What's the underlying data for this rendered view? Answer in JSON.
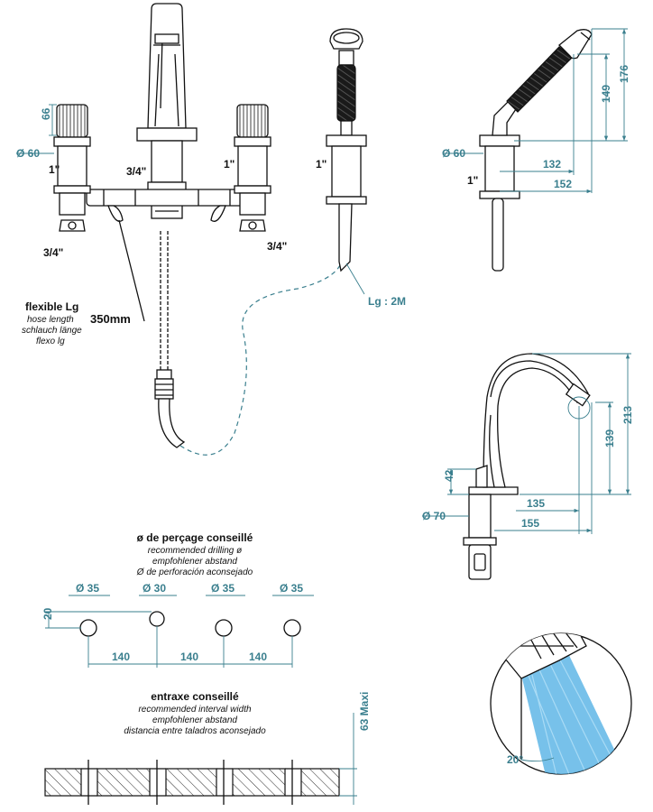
{
  "colors": {
    "dimension": "#3a7f8e",
    "line": "#111111",
    "spray": "#5fb6e6"
  },
  "front_view": {
    "size_66": "66",
    "dia_60": "Ø 60",
    "thread_left_1": "1\"",
    "thread_center": "3/4\"",
    "thread_right_1": "1\"",
    "thread_left_34": "3/4\"",
    "thread_right_34": "3/4\""
  },
  "flexible": {
    "title": "flexible Lg",
    "line1": "hose length",
    "line2": "schlauch länge",
    "line3": "flexo lg",
    "length": "350mm"
  },
  "handshower": {
    "thread": "1\"",
    "hose_length": "Lg : 2M"
  },
  "side_view": {
    "dia_60": "Ø 60",
    "thread": "1\"",
    "d132": "132",
    "d152": "152",
    "d149": "149",
    "d176": "176"
  },
  "spout_view": {
    "d42": "42",
    "d213": "213",
    "d139": "139",
    "dia_70": "Ø 70",
    "d135": "135",
    "d155": "155"
  },
  "drilling": {
    "title": "ø de perçage conseillé",
    "line1": "recommended drilling ø",
    "line2": "empfohlener abstand",
    "line3": "Ø de perforación aconsejado",
    "dia1": "Ø 35",
    "dia2": "Ø 30",
    "dia3": "Ø 35",
    "dia4": "Ø 35",
    "offset": "20",
    "gap1": "140",
    "gap2": "140",
    "gap3": "140"
  },
  "interval": {
    "title": "entraxe conseillé",
    "line1": "recommended interval width",
    "line2": "empfohlener abstand",
    "line3": "distancia entre taladros aconsejado",
    "max": "63 Maxi"
  },
  "spray": {
    "angle": "20°"
  }
}
